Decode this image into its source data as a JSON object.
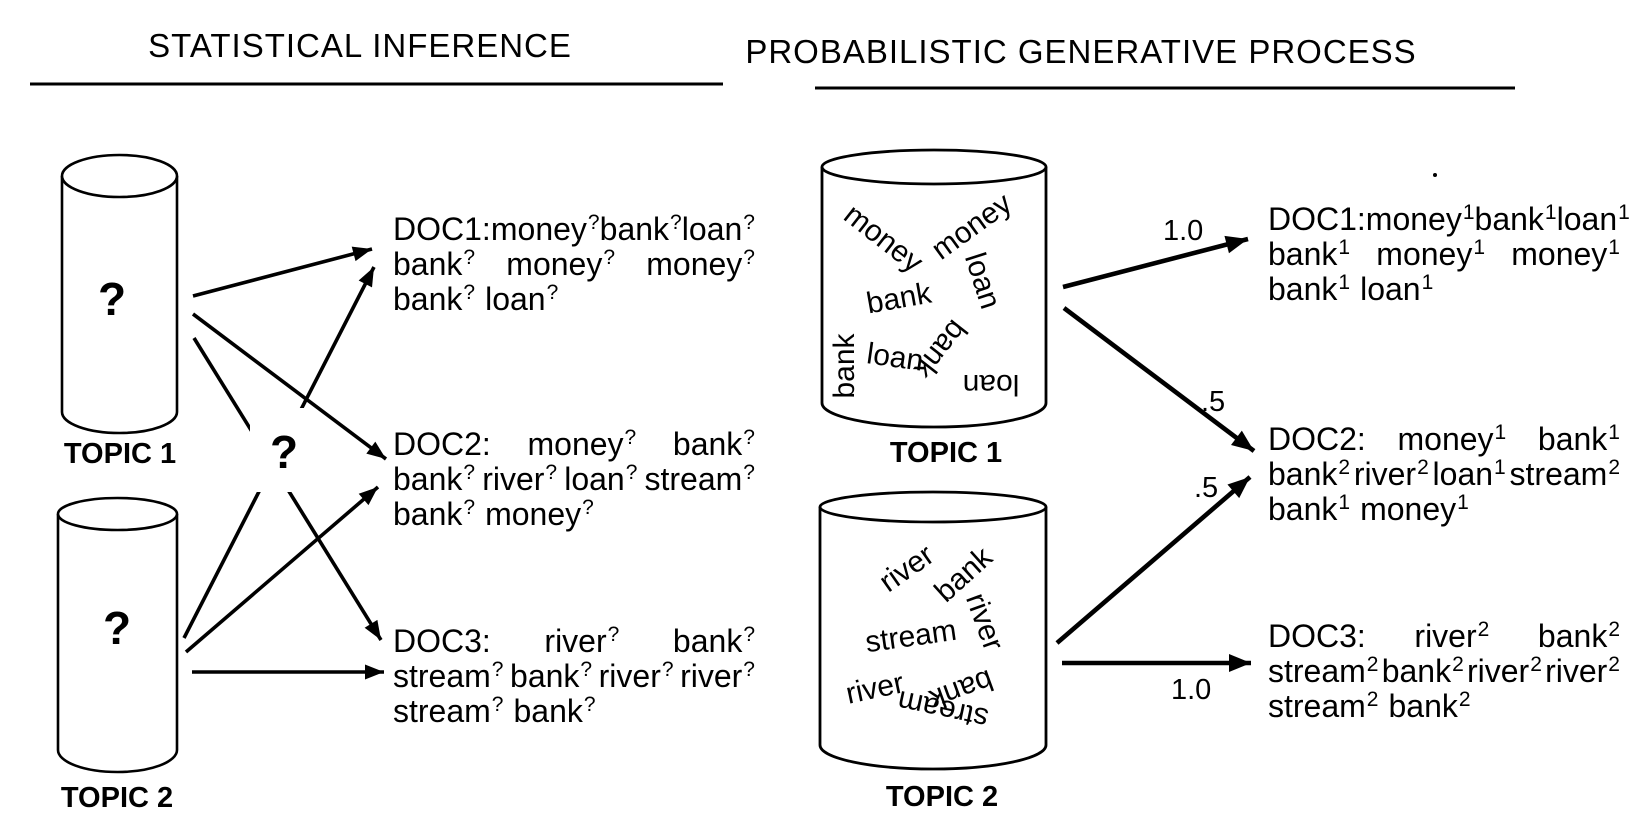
{
  "colors": {
    "ink": "#000000",
    "background": "#ffffff"
  },
  "left_panel": {
    "title": "STATISTICAL INFERENCE",
    "topic1_label": "TOPIC 1",
    "topic2_label": "TOPIC 2",
    "topic1_symbol": "?",
    "topic2_symbol": "?",
    "center_symbol": "?",
    "docs": [
      {
        "id": "DOC1",
        "lines": [
          {
            "justify": true,
            "tokens": [
              {
                "t": "DOC1:",
                "s": ""
              },
              {
                "t": "money",
                "s": "?"
              },
              {
                "t": "bank",
                "s": "?"
              },
              {
                "t": "loan",
                "s": "?"
              }
            ]
          },
          {
            "justify": true,
            "tokens": [
              {
                "t": "bank",
                "s": "?"
              },
              {
                "t": "money",
                "s": "?"
              },
              {
                "t": "money",
                "s": "?"
              }
            ]
          },
          {
            "justify": false,
            "tokens": [
              {
                "t": "bank",
                "s": "?"
              },
              {
                "t": "loan",
                "s": "?"
              }
            ]
          }
        ]
      },
      {
        "id": "DOC2",
        "lines": [
          {
            "justify": true,
            "tokens": [
              {
                "t": "DOC2:",
                "s": ""
              },
              {
                "t": "money",
                "s": "?"
              },
              {
                "t": "bank",
                "s": "?"
              }
            ]
          },
          {
            "justify": true,
            "tokens": [
              {
                "t": "bank",
                "s": "?"
              },
              {
                "t": "river",
                "s": "?"
              },
              {
                "t": "loan",
                "s": "?"
              },
              {
                "t": "stream",
                "s": "?"
              }
            ]
          },
          {
            "justify": false,
            "tokens": [
              {
                "t": "bank",
                "s": "?"
              },
              {
                "t": "money",
                "s": "?"
              }
            ]
          }
        ]
      },
      {
        "id": "DOC3",
        "lines": [
          {
            "justify": true,
            "tokens": [
              {
                "t": "DOC3:",
                "s": ""
              },
              {
                "t": "river",
                "s": "?"
              },
              {
                "t": "bank",
                "s": "?"
              }
            ]
          },
          {
            "justify": true,
            "tokens": [
              {
                "t": "stream",
                "s": "?"
              },
              {
                "t": "bank",
                "s": "?"
              },
              {
                "t": "river",
                "s": "?"
              },
              {
                "t": "river",
                "s": "?"
              }
            ]
          },
          {
            "justify": false,
            "tokens": [
              {
                "t": "stream",
                "s": "?"
              },
              {
                "t": "bank",
                "s": "?"
              }
            ]
          }
        ]
      }
    ]
  },
  "right_panel": {
    "title": "PROBABILISTIC GENERATIVE PROCESS",
    "topic1_label": "TOPIC 1",
    "topic2_label": "TOPIC 2",
    "topic1_words": [
      "money",
      "money",
      "loan",
      "bank",
      "bank",
      "loan",
      "bank",
      "loan"
    ],
    "topic2_words": [
      "river",
      "bank",
      "river",
      "stream",
      "river",
      "bank",
      "stream"
    ],
    "arrow_labels": {
      "t1_doc1": "1.0",
      "t1_doc2": ".5",
      "t2_doc2": ".5",
      "t2_doc3": "1.0"
    },
    "docs": [
      {
        "id": "DOC1",
        "lines": [
          {
            "justify": true,
            "tokens": [
              {
                "t": "DOC1:",
                "s": ""
              },
              {
                "t": "money",
                "s": "1"
              },
              {
                "t": "bank",
                "s": "1"
              },
              {
                "t": "loan",
                "s": "1"
              }
            ]
          },
          {
            "justify": true,
            "tokens": [
              {
                "t": "bank",
                "s": "1"
              },
              {
                "t": "money",
                "s": "1"
              },
              {
                "t": "money",
                "s": "1"
              }
            ]
          },
          {
            "justify": false,
            "tokens": [
              {
                "t": "bank",
                "s": "1"
              },
              {
                "t": "loan",
                "s": "1"
              }
            ]
          }
        ]
      },
      {
        "id": "DOC2",
        "lines": [
          {
            "justify": true,
            "tokens": [
              {
                "t": "DOC2:",
                "s": ""
              },
              {
                "t": "money",
                "s": "1"
              },
              {
                "t": "bank",
                "s": "1"
              }
            ]
          },
          {
            "justify": true,
            "tokens": [
              {
                "t": "bank",
                "s": "2"
              },
              {
                "t": "river",
                "s": "2"
              },
              {
                "t": "loan",
                "s": "1"
              },
              {
                "t": "stream",
                "s": "2"
              }
            ]
          },
          {
            "justify": false,
            "tokens": [
              {
                "t": "bank",
                "s": "1"
              },
              {
                "t": "money",
                "s": "1"
              }
            ]
          }
        ]
      },
      {
        "id": "DOC3",
        "lines": [
          {
            "justify": true,
            "tokens": [
              {
                "t": "DOC3:",
                "s": ""
              },
              {
                "t": "river",
                "s": "2"
              },
              {
                "t": "bank",
                "s": "2"
              }
            ]
          },
          {
            "justify": true,
            "tokens": [
              {
                "t": "stream",
                "s": "2"
              },
              {
                "t": "bank",
                "s": "2"
              },
              {
                "t": "river",
                "s": "2"
              },
              {
                "t": "river",
                "s": "2"
              }
            ]
          },
          {
            "justify": false,
            "tokens": [
              {
                "t": "stream",
                "s": "2"
              },
              {
                "t": "bank",
                "s": "2"
              }
            ]
          }
        ]
      }
    ]
  }
}
